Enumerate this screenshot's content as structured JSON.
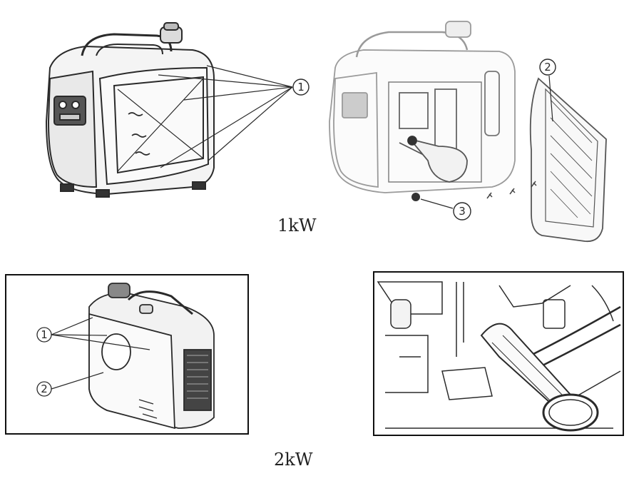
{
  "captions": {
    "top": "1kW",
    "bottom": "2kW"
  },
  "callouts": {
    "one_a": "1",
    "two_a": "2",
    "three_a": "3",
    "one_b": "1",
    "two_b": "2"
  },
  "colors": {
    "line": "#2a2a2a",
    "faded": "#9a9a9a",
    "panel_border": "#111111"
  },
  "icons": {
    "generator-1kw": "generator-1kw-icon",
    "generator-1kw-exploded": "generator-exploded-icon",
    "generator-2kw": "generator-2kw-icon",
    "intake-closeup": "intake-closeup-icon"
  }
}
